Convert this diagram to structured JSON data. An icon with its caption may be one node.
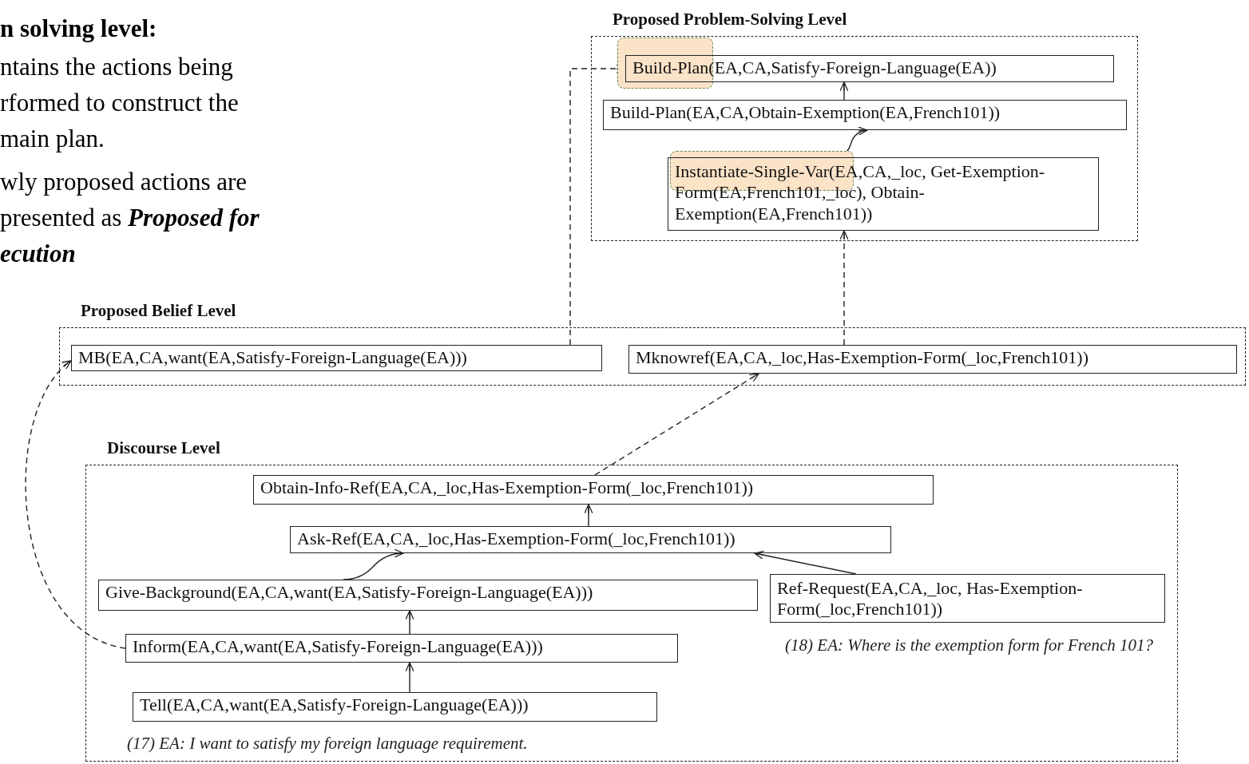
{
  "diagram": {
    "nodes": [
      {
        "text": [
          "Proposed Problem-Solving Level"
        ]
      },
      {
        "text": [
          "Build-Plan(EA,CA,Satisfy-Foreign-Language(EA))"
        ],
        "in": 0
      },
      {
        "text": [
          "Build-Plan(EA,CA,Obtain-Exemption(EA,French101))"
        ],
        "in": 0
      },
      {
        "text": [
          "Instantiate-Single-Var(EA,CA,_loc, Get-Exemption-Form(EA,French101,_loc), Obtain-Exemption(EA,French101))"
        ],
        "in": 0
      },
      {
        "text": [
          "Proposed Belief Level"
        ]
      },
      {
        "text": [
          "MB(EA,CA,want(EA,Satisfy-Foreign-Language(EA)))"
        ],
        "in": 4
      },
      {
        "text": [
          "Mknowref(EA,CA,_loc,Has-Exemption-Form(_loc,French101))"
        ],
        "in": 4
      },
      {
        "text": [
          "Discourse Level"
        ]
      },
      {
        "text": [
          "Obtain-Info-Ref(EA,CA,_loc,Has-Exemption-Form(_loc,French101))"
        ],
        "in": 7
      },
      {
        "text": [
          "Ask-Ref(EA,CA,_loc,Has-Exemption-Form(_loc,French101))"
        ],
        "in": 7
      },
      {
        "text": [
          "Give-Background(EA,CA,want(EA,Satisfy-Foreign-Language(EA)))"
        ],
        "in": 7
      },
      {
        "text": [
          "Ref-Request(EA,CA,_loc, Has-Exemption-Form(_loc,French101))"
        ],
        "in": 7,
        "beside": [
          "(18) EA: Where is the exemption form for French 101?"
        ]
      },
      {
        "text": [
          "Inform(EA,CA,want(EA,Satisfy-Foreign-Language(EA)))"
        ],
        "in": 7
      },
      {
        "text": [
          "Tell(EA,CA,want(EA,Satisfy-Foreign-Language(EA)))"
        ],
        "in": 7,
        "beside": [
          "(17) EA: I want to satisfy my foreign language requirement."
        ]
      }
    ],
    "edges": [
      {
        "from": 2,
        "to": 1,
        "arrow": "to"
      },
      {
        "from": 3,
        "to": 2,
        "arrow": "to"
      },
      {
        "from": 6,
        "to": 3,
        "arrow": "to",
        "style": "dashed"
      },
      {
        "from": 5,
        "to": 1,
        "arrow": "to",
        "style": "dashed"
      },
      {
        "from": 9,
        "to": 8,
        "arrow": "to"
      },
      {
        "from": 10,
        "to": 9,
        "arrow": "to"
      },
      {
        "from": 11,
        "to": 9,
        "arrow": "to"
      },
      {
        "from": 12,
        "to": 10,
        "arrow": "to"
      },
      {
        "from": 13,
        "to": 12,
        "arrow": "to"
      },
      {
        "from": 12,
        "to": 5,
        "arrow": "to",
        "style": "dashed"
      },
      {
        "from": 8,
        "to": 6,
        "arrow": "to",
        "style": "dashed"
      }
    ],
    "labels": [
      "n solving level:",
      "ntains the actions being",
      "rformed to construct the",
      "main plan.",
      "wly proposed actions  are",
      "presented as *Proposed for*",
      "ecution"
    ]
  }
}
